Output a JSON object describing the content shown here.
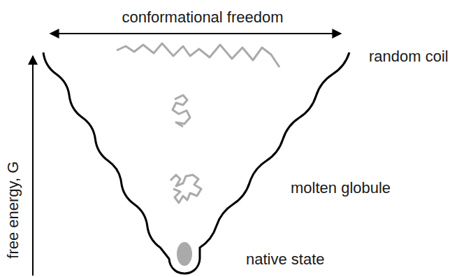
{
  "diagram": {
    "labels": [
      "conformational freedom",
      "free energy, G",
      "random coil",
      "molten globule",
      "native state"
    ]
  }
}
